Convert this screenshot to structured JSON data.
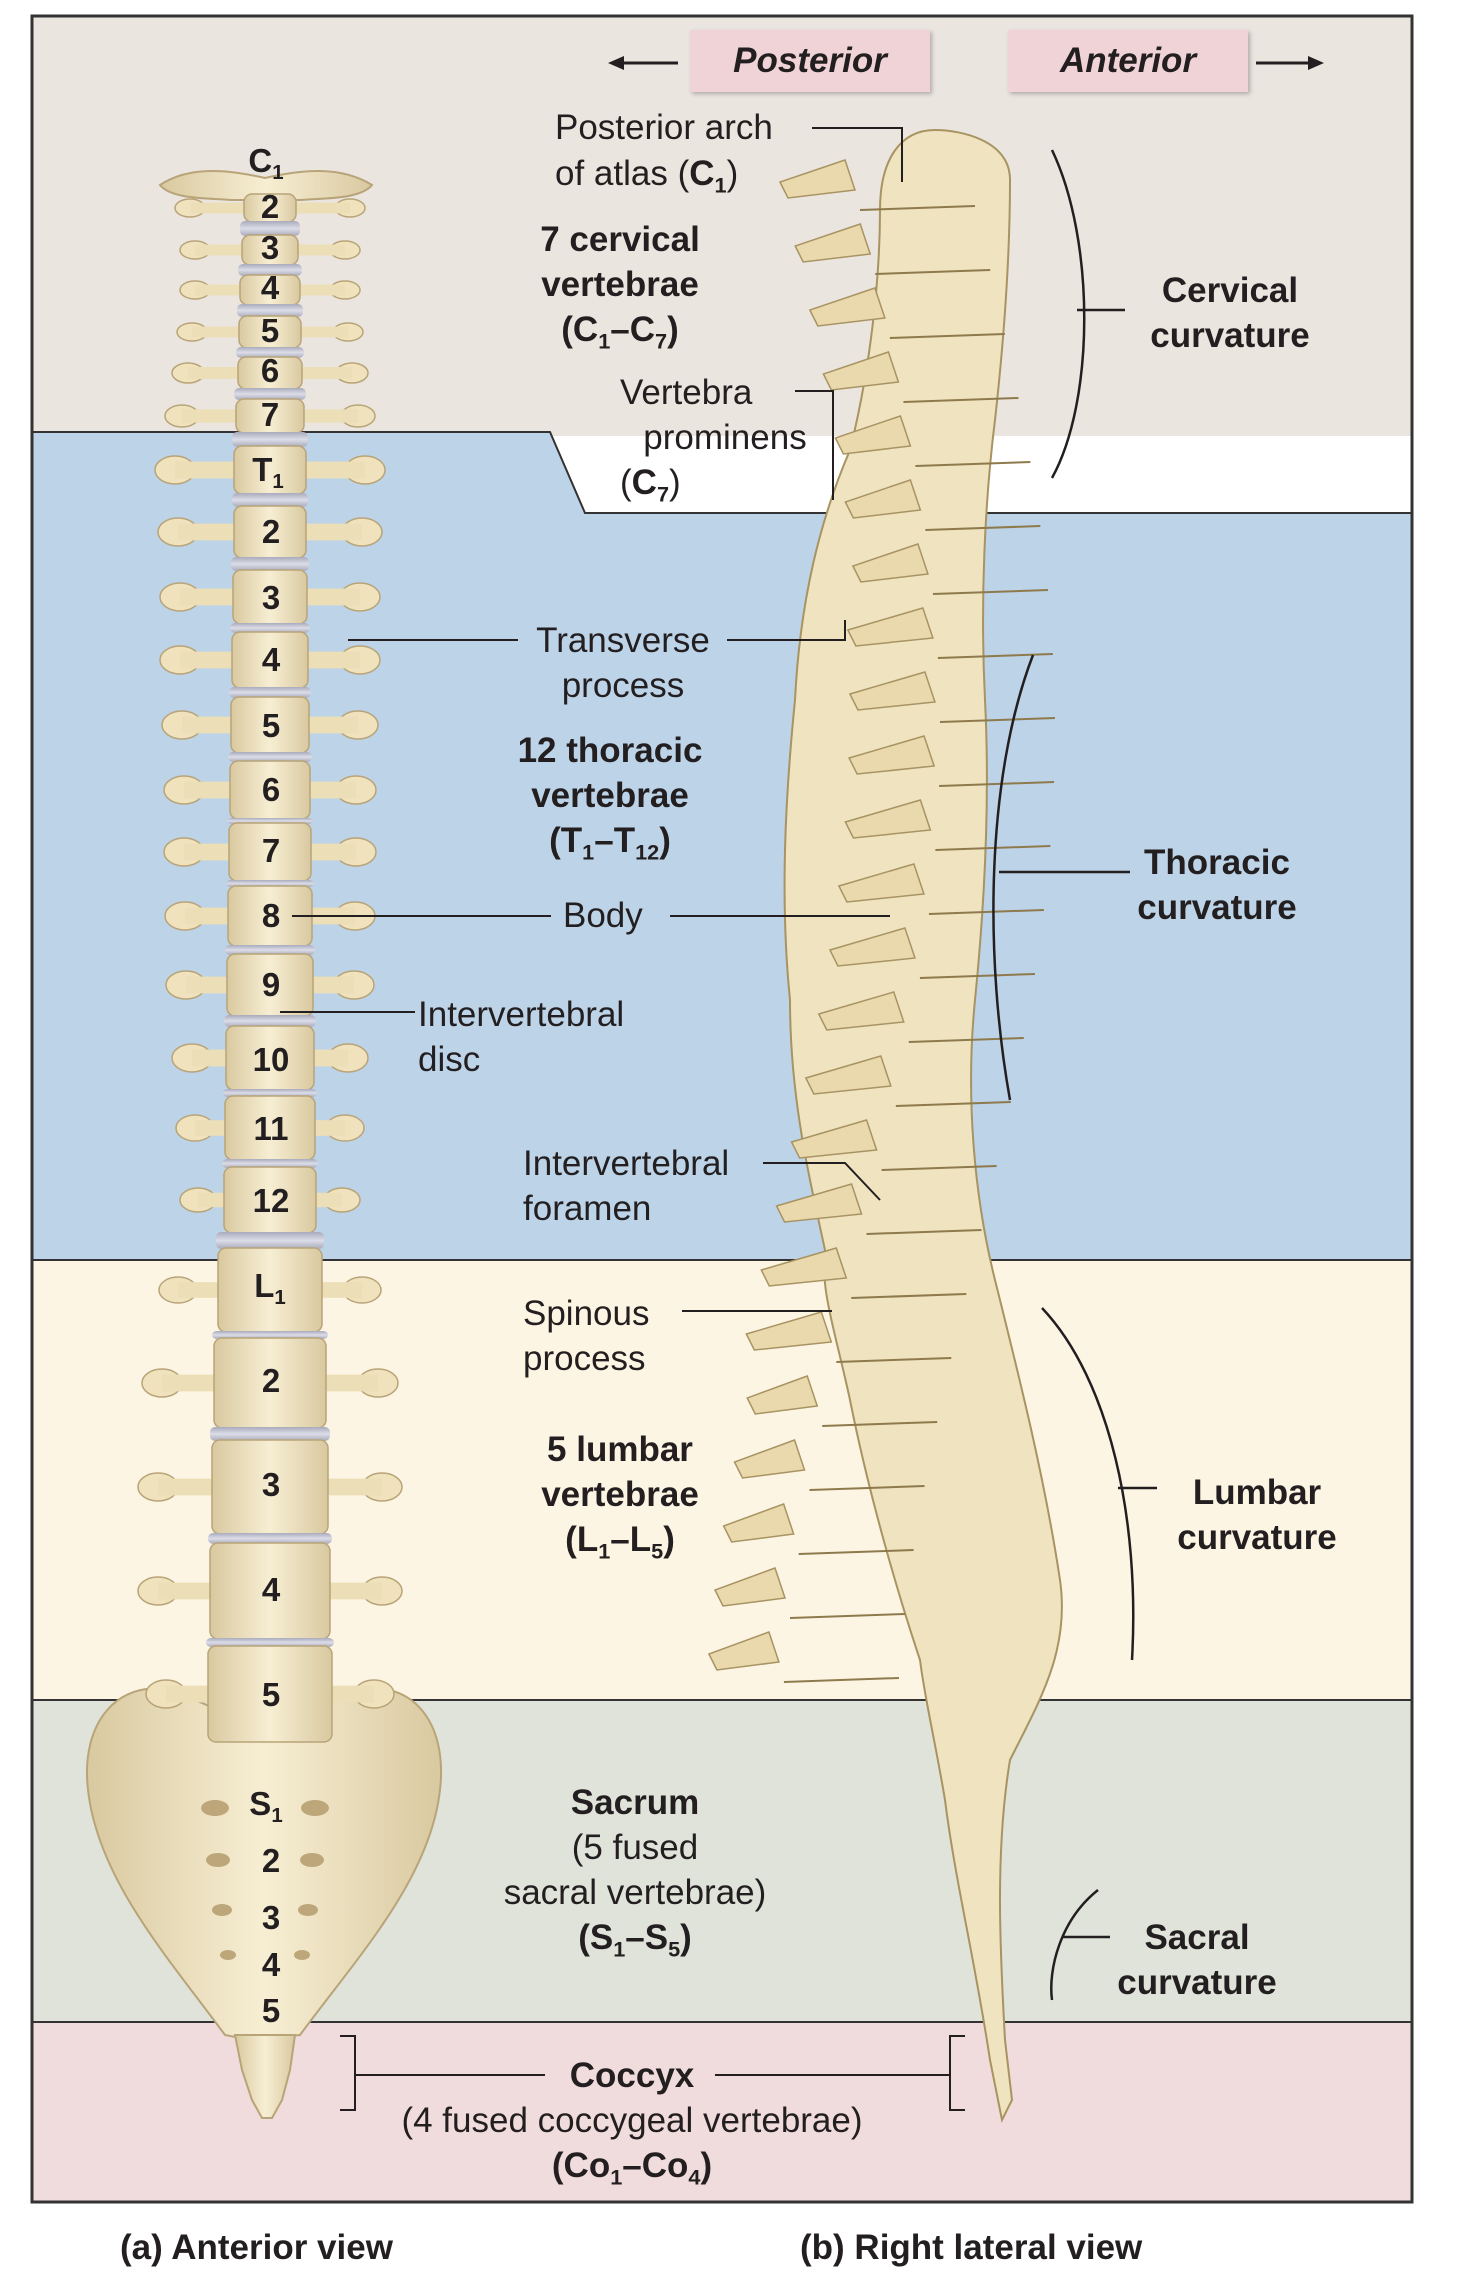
{
  "colors": {
    "cervical_band": "#ebe5df",
    "thoracic_band": "#bdd3e8",
    "lumbar_band": "#fdf5e4",
    "sacral_band": "#e0e3da",
    "coccyx_band": "#f1dcdd",
    "bone": "#f3e8c8",
    "disc": "#c8c9d8",
    "label_box": "#efd3d7"
  },
  "direction": {
    "posterior": "Posterior",
    "anterior": "Anterior",
    "left_arrow_icon": "arrow-left",
    "right_arrow_icon": "arrow-right"
  },
  "anterior_numbers": {
    "c1_letter": "C",
    "c1_sub": "1",
    "cervical": [
      "2",
      "3",
      "4",
      "5",
      "6",
      "7"
    ],
    "t1_letter": "T",
    "t1_sub": "1",
    "thoracic": [
      "2",
      "3",
      "4",
      "5",
      "6",
      "7",
      "8",
      "9",
      "10",
      "11",
      "12"
    ],
    "l1_letter": "L",
    "l1_sub": "1",
    "lumbar": [
      "2",
      "3",
      "4",
      "5"
    ],
    "s1_letter": "S",
    "s1_sub": "1",
    "sacral": [
      "2",
      "3",
      "4",
      "5"
    ]
  },
  "labels": {
    "posterior_arch_line1": "Posterior arch",
    "posterior_arch_line2_prefix": "of atlas (",
    "posterior_arch_c": "C",
    "posterior_arch_sub": "1",
    "posterior_arch_suffix": ")",
    "cervical_count_1": "7 cervical",
    "cervical_count_2": "vertebrae",
    "cervical_range": {
      "open": "(",
      "a": "C",
      "a_sub": "1",
      "dash": "–",
      "b": "C",
      "b_sub": "7",
      "close": ")"
    },
    "prominens_1": "Vertebra",
    "prominens_2": "prominens",
    "prominens_3_prefix": "(",
    "prominens_c": "C",
    "prominens_sub": "7",
    "prominens_3_suffix": ")",
    "transverse_1": "Transverse",
    "transverse_2": "process",
    "thoracic_count_1": "12 thoracic",
    "thoracic_count_2": "vertebrae",
    "thoracic_range": {
      "open": "(",
      "a": "T",
      "a_sub": "1",
      "dash": "–",
      "b": "T",
      "b_sub": "12",
      "close": ")"
    },
    "body": "Body",
    "iv_disc_1": "Intervertebral",
    "iv_disc_2": "disc",
    "iv_foramen_1": "Intervertebral",
    "iv_foramen_2": "foramen",
    "spinous_1": "Spinous",
    "spinous_2": "process",
    "lumbar_count_1": "5 lumbar",
    "lumbar_count_2": "vertebrae",
    "lumbar_range": {
      "open": "(",
      "a": "L",
      "a_sub": "1",
      "dash": "–",
      "b": "L",
      "b_sub": "5",
      "close": ")"
    },
    "sacrum_title": "Sacrum",
    "sacrum_1": "(5 fused",
    "sacrum_2": "sacral vertebrae)",
    "sacrum_range": {
      "open": "(",
      "a": "S",
      "a_sub": "1",
      "dash": "–",
      "b": "S",
      "b_sub": "5",
      "close": ")"
    },
    "coccyx_title": "Coccyx",
    "coccyx_1": "(4 fused coccygeal vertebrae)",
    "coccyx_range": {
      "open": "(",
      "a": "Co",
      "a_sub": "1",
      "dash": "–",
      "b": "Co",
      "b_sub": "4",
      "close": ")"
    },
    "cervical_curv_1": "Cervical",
    "cervical_curv_2": "curvature",
    "thoracic_curv_1": "Thoracic",
    "thoracic_curv_2": "curvature",
    "lumbar_curv_1": "Lumbar",
    "lumbar_curv_2": "curvature",
    "sacral_curv_1": "Sacral",
    "sacral_curv_2": "curvature"
  },
  "captions": {
    "anterior_view": "(a) Anterior view",
    "lateral_view": "(b) Right lateral view"
  }
}
